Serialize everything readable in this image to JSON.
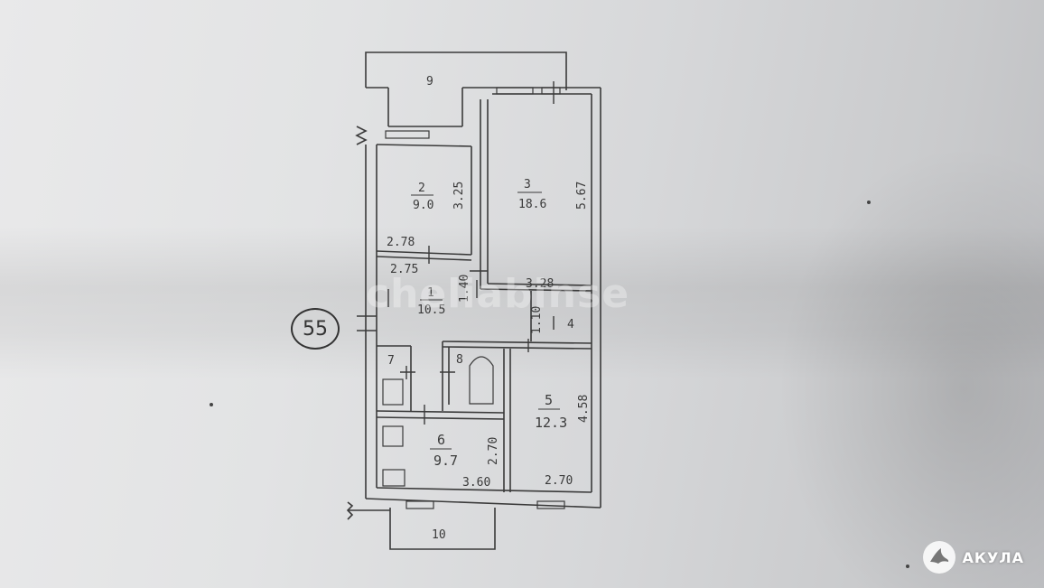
{
  "plan_number": "55",
  "watermark": "cheliabinse",
  "brand": {
    "name": "АКУЛА",
    "logo_icon": "shark-icon"
  },
  "rooms": {
    "r9": {
      "num": "9"
    },
    "r2": {
      "num": "2",
      "area": "9.0",
      "dim": "3.25"
    },
    "r3": {
      "num": "3",
      "area": "18.6",
      "dim": "5.67"
    },
    "r1": {
      "num": "1",
      "area": "10.5",
      "dim": "1.40"
    },
    "r4": {
      "num": "4",
      "dim": "1.10"
    },
    "r5": {
      "num": "5",
      "area": "12.3",
      "dim": "4.58"
    },
    "r6": {
      "num": "6",
      "area": "9.7",
      "dim": "2.70"
    },
    "r7": {
      "num": "7"
    },
    "r8": {
      "num": "8"
    },
    "r10": {
      "num": "10"
    }
  },
  "dims": {
    "d278": "2.78",
    "d275": "2.75",
    "d328": "3.28",
    "d360": "3.60",
    "d270": "2.70"
  },
  "colors": {
    "ink": "#3a3a3a",
    "paper": "#e2e3e4"
  }
}
